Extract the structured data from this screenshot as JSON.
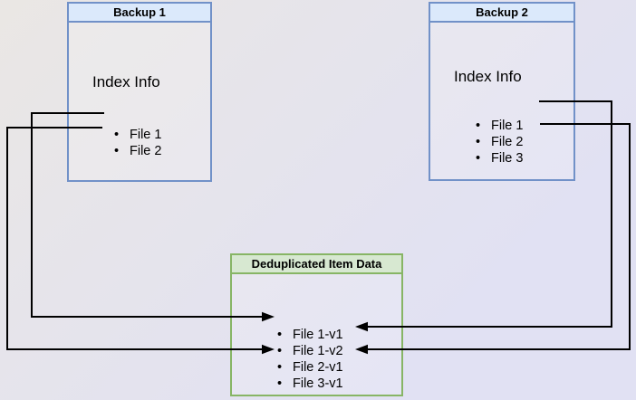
{
  "backup1": {
    "title": "Backup 1",
    "subtitle": "Index Info",
    "items": [
      "File 1",
      "File 2"
    ]
  },
  "backup2": {
    "title": "Backup 2",
    "subtitle": "Index Info",
    "items": [
      "File 1",
      "File 2",
      "File 3"
    ]
  },
  "dedup": {
    "title": "Deduplicated Item Data",
    "items": [
      "File 1-v1",
      "File 1-v2",
      "File 2-v1",
      "File 3-v1"
    ]
  },
  "connections": [
    {
      "from": "Backup 1 / File 1",
      "to": "File 1-v1",
      "enters": "left"
    },
    {
      "from": "Backup 1 / File 2",
      "to": "File 2-v1",
      "enters": "left"
    },
    {
      "from": "Backup 2 / File 1",
      "to": "File 1-v2",
      "enters": "right"
    },
    {
      "from": "Backup 2 / File 2",
      "to": "File 2-v1",
      "enters": "right"
    }
  ],
  "colors": {
    "blue_border": "#7191c8",
    "blue_header": "#dbe9fb",
    "green_border": "#87b565",
    "green_header": "#d7e8d1",
    "connector": "#000000",
    "bg_start": "#eae7e4",
    "bg_end": "#e1e1f3",
    "text": "#000000"
  }
}
